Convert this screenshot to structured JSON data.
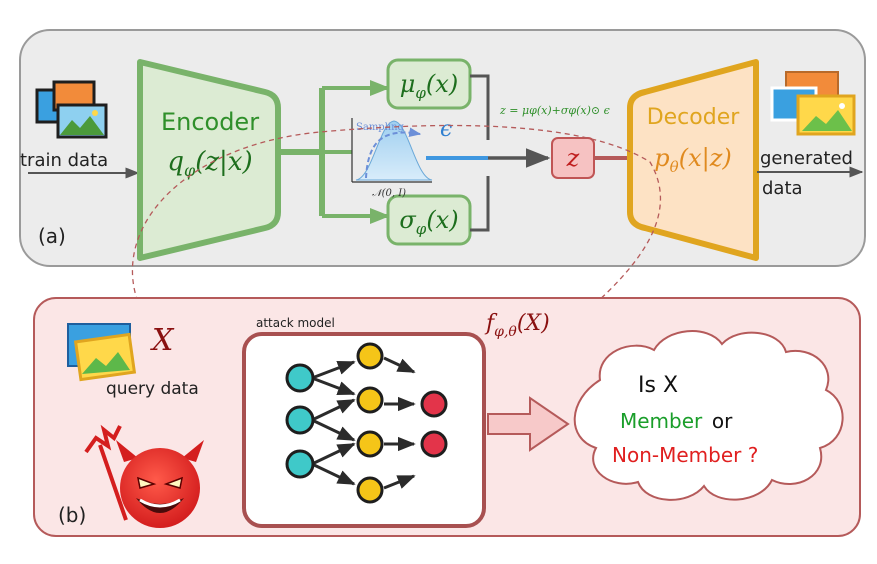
{
  "panel_a": {
    "label": "(a)",
    "input_label": "train data",
    "encoder": {
      "title": "Encoder",
      "func_main": "q",
      "func_sub": "φ",
      "func_args": "(z|x)"
    },
    "mu": {
      "main": "μ",
      "sub": "φ",
      "args": "(x)"
    },
    "sigma": {
      "main": "σ",
      "sub": "φ",
      "args": "(x)"
    },
    "sampling": {
      "label": "Sampling",
      "epsilon": "ϵ",
      "dist": "𝒩(0, I)"
    },
    "formula": "z = μφ(x)+σφ(x)⊙ ϵ",
    "z": "z",
    "decoder": {
      "title": "Decoder",
      "func_main": "p",
      "func_sub": "θ",
      "func_args": "(x|z)"
    },
    "output_label_1": "generated",
    "output_label_2": "data"
  },
  "panel_b": {
    "label": "(b)",
    "query_var": "X",
    "query_label": "query data",
    "attack_label": "attack model",
    "f_main": "f",
    "f_sub": "φ,θ",
    "f_args": "(X)",
    "cloud": {
      "line1": "Is X",
      "member": "Member",
      "or": "or",
      "nonmember": "Non-Member ?"
    }
  },
  "colors": {
    "panel_a_bg": "#ececec",
    "panel_b_bg": "#fbe6e6",
    "panel_b_border": "#b55a5a",
    "encoder_fill": "#dcebd3",
    "encoder_border": "#79b36a",
    "decoder_fill": "#fde2c4",
    "decoder_border": "#e0a51f",
    "teal": "#3fc9c9",
    "gold": "#f5c518",
    "red": "#e3344a",
    "member": "#1a9e2a",
    "nonmember": "#e01f1f"
  }
}
